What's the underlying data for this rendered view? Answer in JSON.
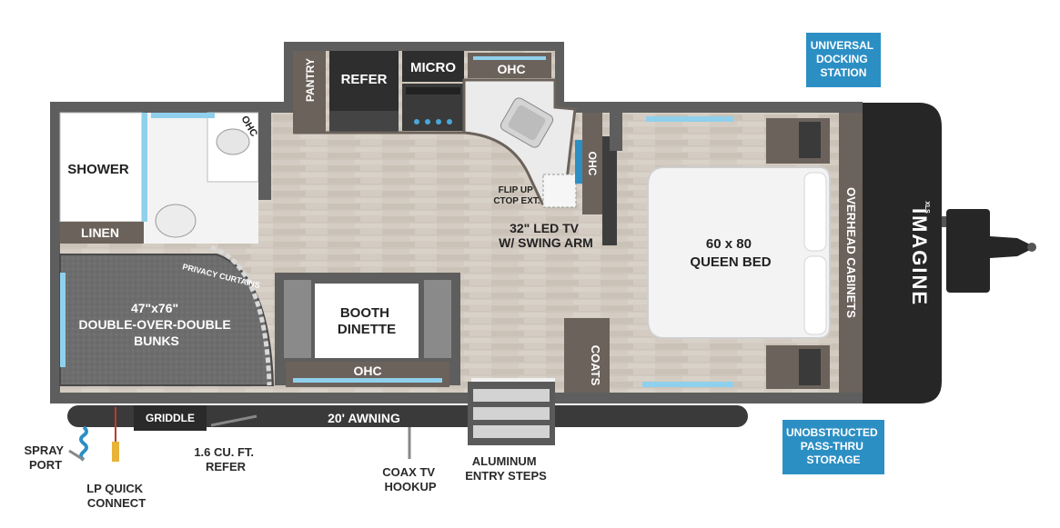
{
  "brand": {
    "logo_text": "IMAGINE",
    "logo_sub": "XLS"
  },
  "callouts": {
    "universal_docking": [
      "UNIVERSAL",
      "DOCKING",
      "STATION"
    ],
    "pass_thru_storage": [
      "UNOBSTRUCTED",
      "PASS-THRU",
      "STORAGE"
    ]
  },
  "rooms": {
    "pantry": "PANTRY",
    "refer": "REFER",
    "micro": "MICRO",
    "ohc_kitchen": "OHC",
    "ohc_bath": "OHC",
    "ohc_tv": "OHC",
    "ohc_dinette": "OHC",
    "shower": "SHOWER",
    "linen": "LINEN",
    "flip_up": [
      "FLIP UP",
      "CTOP EXT."
    ],
    "tv": [
      "32\" LED TV",
      "W/ SWING ARM"
    ],
    "bed": [
      "60 x 80",
      "QUEEN BED"
    ],
    "overhead": "OVERHEAD CABINETS",
    "coats": "COATS",
    "booth": [
      "BOOTH",
      "DINETTE"
    ],
    "bunks": [
      "47\"x76\"",
      "DOUBLE-OVER-DOUBLE",
      "BUNKS"
    ],
    "privacy": "PRIVACY CURTAINS"
  },
  "exterior": {
    "griddle": "GRIDDLE",
    "awning": "20' AWNING",
    "spray_port": [
      "SPRAY",
      "PORT"
    ],
    "lp_quick": [
      "LP QUICK",
      "CONNECT"
    ],
    "refer_ext": [
      "1.6 CU. FT.",
      "REFER"
    ],
    "coax": [
      "COAX TV",
      "HOOKUP"
    ],
    "entry_steps": [
      "ALUMINUM",
      "ENTRY STEPS"
    ]
  },
  "colors": {
    "wall": "#5e5e5e",
    "floor": "#cfc7bd",
    "cabinet": "#6b625b",
    "accent": "#2c8fc4",
    "window": "#8fd0ec",
    "dark": "#262626"
  }
}
